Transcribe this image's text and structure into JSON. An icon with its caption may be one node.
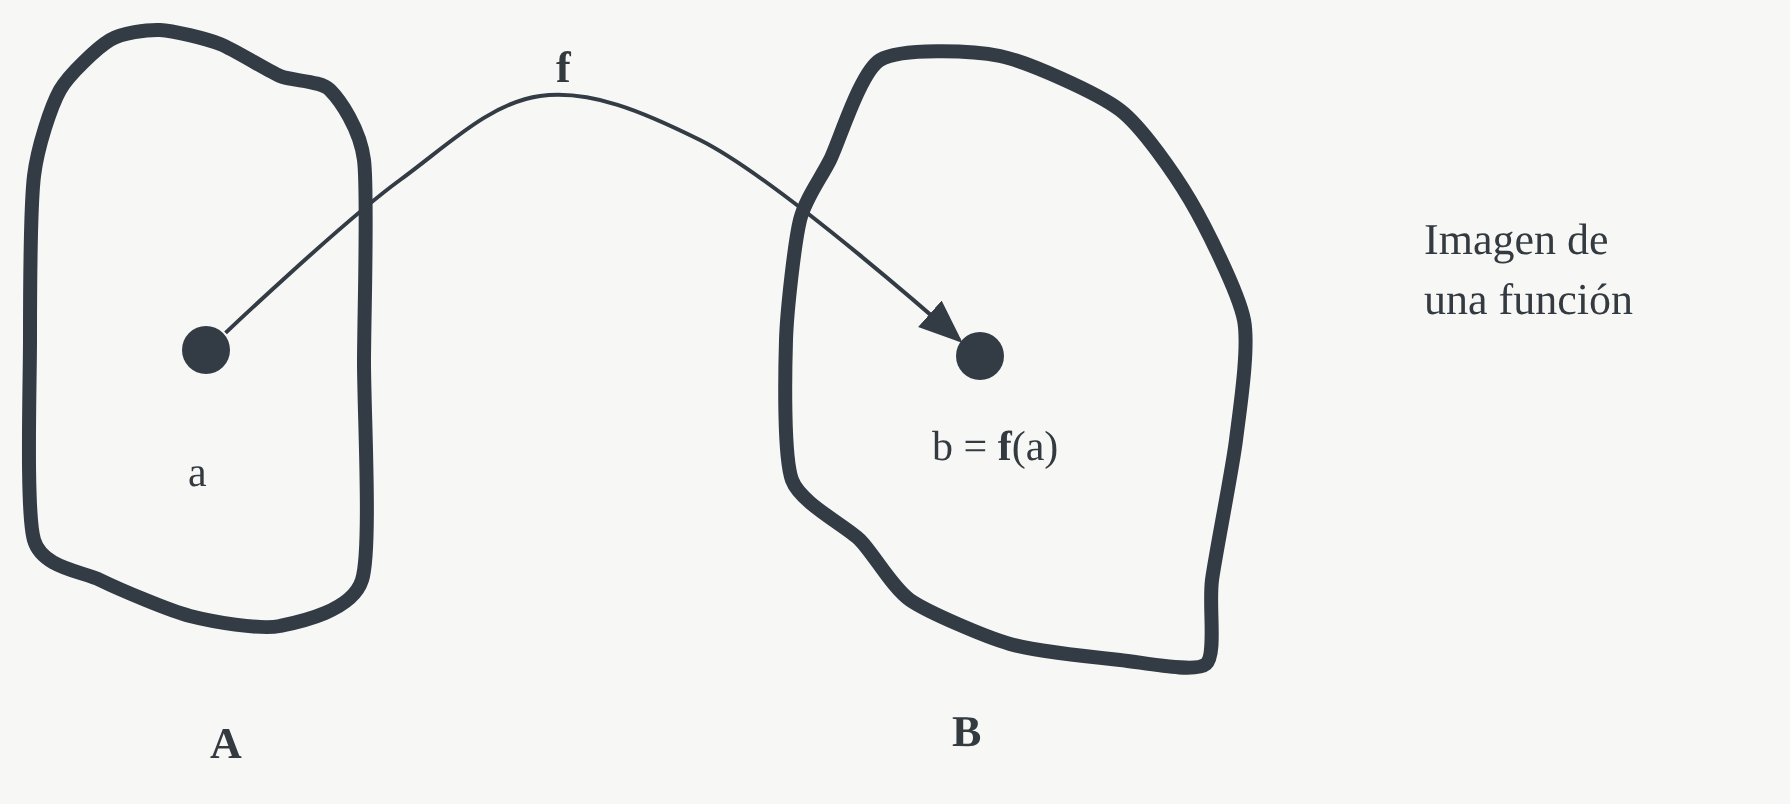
{
  "diagram": {
    "caption": "Imagen de una función",
    "nodes": [
      {
        "text": [
          "A"
        ]
      },
      {
        "text": [],
        "shape": "circle",
        "in": 0,
        "beside": [
          "a"
        ]
      },
      {
        "text": [
          "B"
        ]
      },
      {
        "text": [],
        "shape": "circle",
        "in": 2,
        "beside": [
          "b = **f**(a)"
        ]
      }
    ],
    "edges": [
      {
        "from": 1,
        "to": 3,
        "arrow": "to",
        "label": "f"
      }
    ]
  }
}
